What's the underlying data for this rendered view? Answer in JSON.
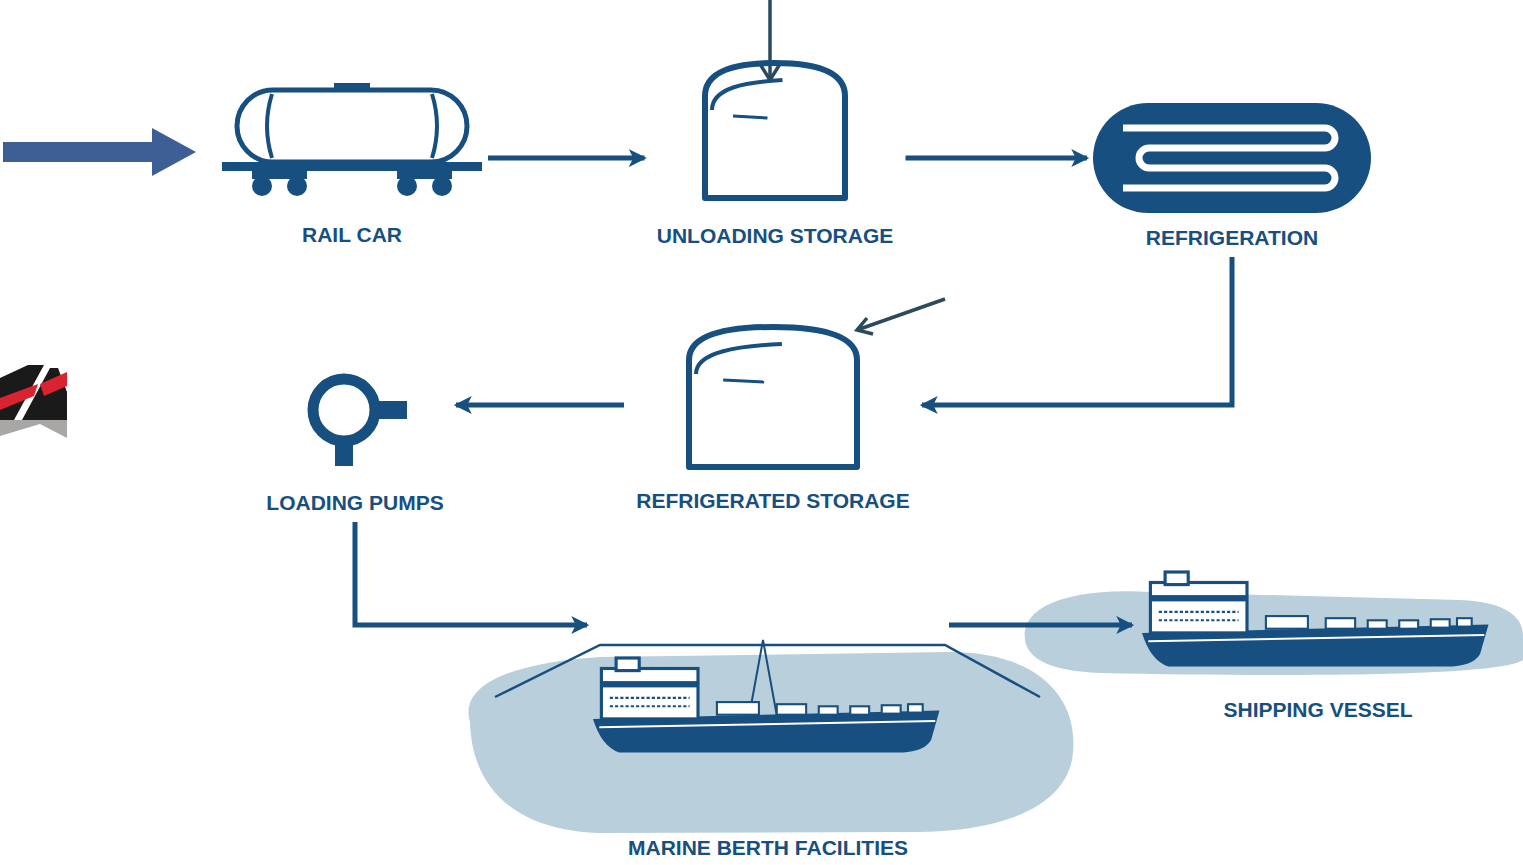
{
  "diagram": {
    "nodes": [
      {
        "text": [
          "RAIL CAR"
        ]
      },
      {
        "text": [
          "UNLOADING STORAGE"
        ]
      },
      {
        "text": [
          "REFRIGERATION"
        ]
      },
      {
        "text": [
          "REFRIGERATED STORAGE"
        ]
      },
      {
        "text": [
          "LOADING PUMPS"
        ]
      },
      {
        "text": [
          "MARINE BERTH FACILITIES"
        ]
      },
      {
        "text": [
          "SHIPPING VESSEL"
        ]
      }
    ],
    "edges": [
      {
        "from": 0,
        "to": 1,
        "arrow": "to"
      },
      {
        "from": 1,
        "to": 2,
        "arrow": "to"
      },
      {
        "from": 2,
        "to": 3,
        "arrow": "to"
      },
      {
        "from": 3,
        "to": 4,
        "arrow": "to"
      },
      {
        "from": 4,
        "to": 5,
        "arrow": "to"
      },
      {
        "from": 5,
        "to": 6,
        "arrow": "to"
      }
    ]
  }
}
